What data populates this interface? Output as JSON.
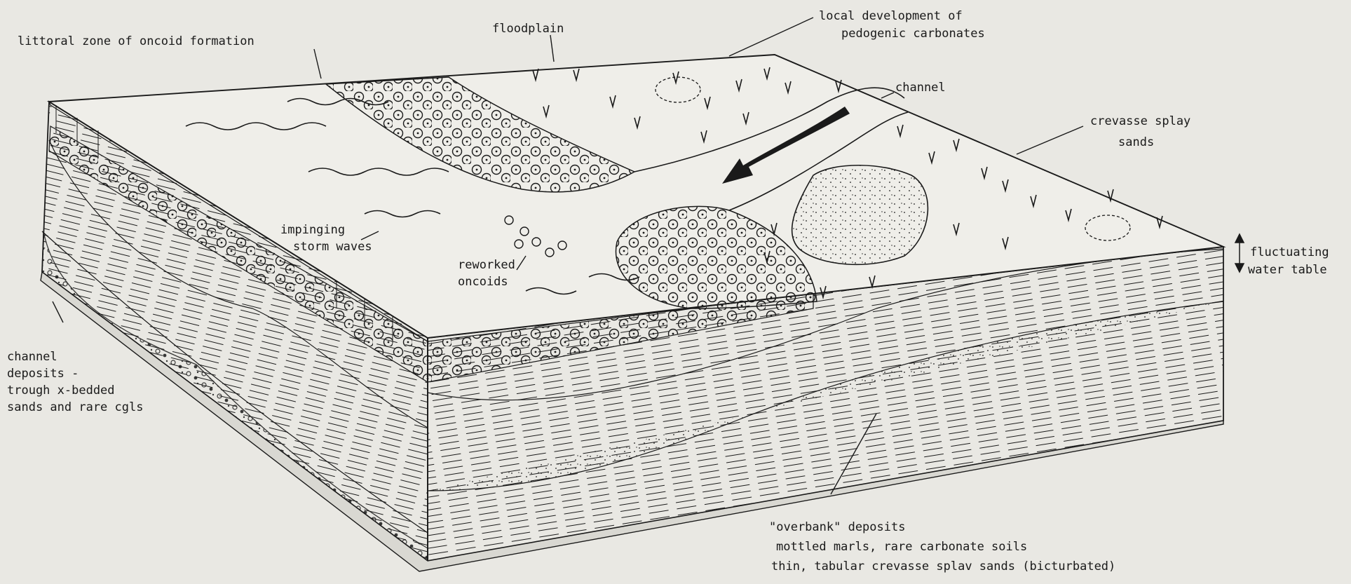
{
  "colors": {
    "paper": "#e9e8e3",
    "ink": "#1a1a1a"
  },
  "labels": {
    "littoral": "littoral zone of oncoid formation",
    "floodplain": "floodplain",
    "pedogenic_1": "local development of",
    "pedogenic_2": "pedogenic carbonates",
    "channel": "channel",
    "crevasse_1": "crevasse splay",
    "crevasse_2": "sands",
    "impinging_1": "impinging",
    "impinging_2": "storm waves",
    "reworked_1": "reworked",
    "reworked_2": "oncoids",
    "fluct_1": "fluctuating",
    "fluct_2": "water table",
    "chdep_1": "channel",
    "chdep_2": "deposits -",
    "chdep_3": "trough x-bedded",
    "chdep_4": "sands and rare cgls",
    "overbank_1": "\"overbank\" deposits",
    "overbank_2": "mottled marls, rare carbonate soils",
    "overbank_3": "thin, tabular crevasse splav sands (bicturbated)"
  }
}
